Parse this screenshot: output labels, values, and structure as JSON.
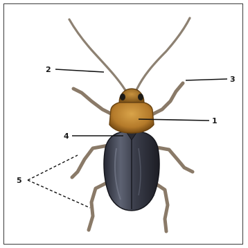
{
  "diagram": {
    "subject": "beetle",
    "callouts": [
      {
        "id": "antenna",
        "label": "2"
      },
      {
        "id": "leg-tip",
        "label": "3"
      },
      {
        "id": "pronotum",
        "label": "1"
      },
      {
        "id": "scutellum",
        "label": "4"
      },
      {
        "id": "legs",
        "label": "5"
      }
    ]
  },
  "colors": {
    "head_pronotum": "#b47a2a",
    "elytra": "#3c3f4e",
    "legs": "#8a7a68",
    "leader_lines": "#111111"
  }
}
